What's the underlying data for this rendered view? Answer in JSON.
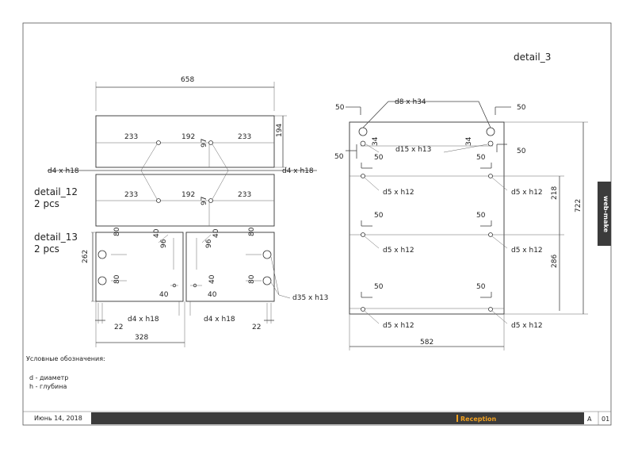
{
  "detail3": {
    "title": "detail_3",
    "labels": {
      "d8": "d8 x h34",
      "d15": "d15 x h13",
      "d5": "d5 x h12"
    },
    "dims": {
      "d50": "50",
      "d34": "34",
      "d218": "218",
      "d286": "286",
      "d722": "722",
      "d582": "582"
    }
  },
  "detail12": {
    "name": "detail_12",
    "qty": "2 pcs",
    "dims": {
      "d658": "658",
      "d194": "194",
      "d233": "233",
      "d192": "192",
      "d97": "97"
    },
    "holeLabel": "d4 x h18"
  },
  "detail13": {
    "name": "detail_13",
    "qty": "2 pcs",
    "dims": {
      "d262": "262",
      "d80": "80",
      "d40": "40",
      "d96": "96",
      "d22": "22",
      "d328": "328"
    },
    "labels": {
      "d4": "d4 x h18",
      "d35": "d35 x h13"
    }
  },
  "legend": {
    "title": "Условные обозначения:",
    "d": "d - диаметр",
    "h": "h - глубина"
  },
  "sidebar_tab": "web-make",
  "footer": {
    "date": "Июнь 14, 2018",
    "project": "Reception",
    "format": "A",
    "page": "01"
  },
  "colors": {
    "bar": "#3b3b3b",
    "accent": "#f0a020"
  }
}
